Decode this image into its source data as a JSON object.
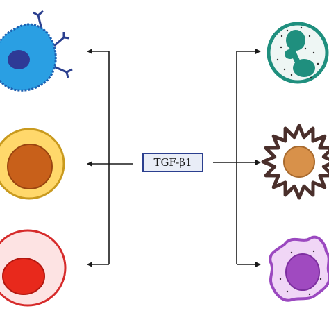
{
  "center_label": "TGF-β1",
  "cells": [
    {
      "id": "dendritic-cell",
      "side": "left",
      "row": 1,
      "body_color": "#2a9fe3",
      "nucleus_color": "#2e3a96",
      "outline_color": "#1d5fb0"
    },
    {
      "id": "mast-cell",
      "side": "left",
      "row": 2,
      "body_color": "#ffd86b",
      "nucleus_color": "#c8601a",
      "outline_color": "#c99a1e"
    },
    {
      "id": "plasma-cell",
      "side": "left",
      "row": 3,
      "body_color": "#fde3e3",
      "nucleus_color": "#e8291c",
      "outline_color": "#d62b2b"
    },
    {
      "id": "neutrophil",
      "side": "right",
      "row": 1,
      "body_color": "#eef6f4",
      "nucleus_color": "#1f8f7e",
      "outline_color": "#1f8f7e"
    },
    {
      "id": "eosinophil-spiky-cell",
      "side": "right",
      "row": 2,
      "body_color": "#ffffff",
      "nucleus_color": "#d8914a",
      "outline_color": "#4a2f2b"
    },
    {
      "id": "macrophage",
      "side": "right",
      "row": 3,
      "body_color": "#f0d6f6",
      "nucleus_color": "#a04ac0",
      "outline_color": "#9b49c0"
    }
  ],
  "colors": {
    "arrow": "#1a1a1a",
    "label_border": "#2b3f8f",
    "label_fill": "#e9edf7"
  }
}
